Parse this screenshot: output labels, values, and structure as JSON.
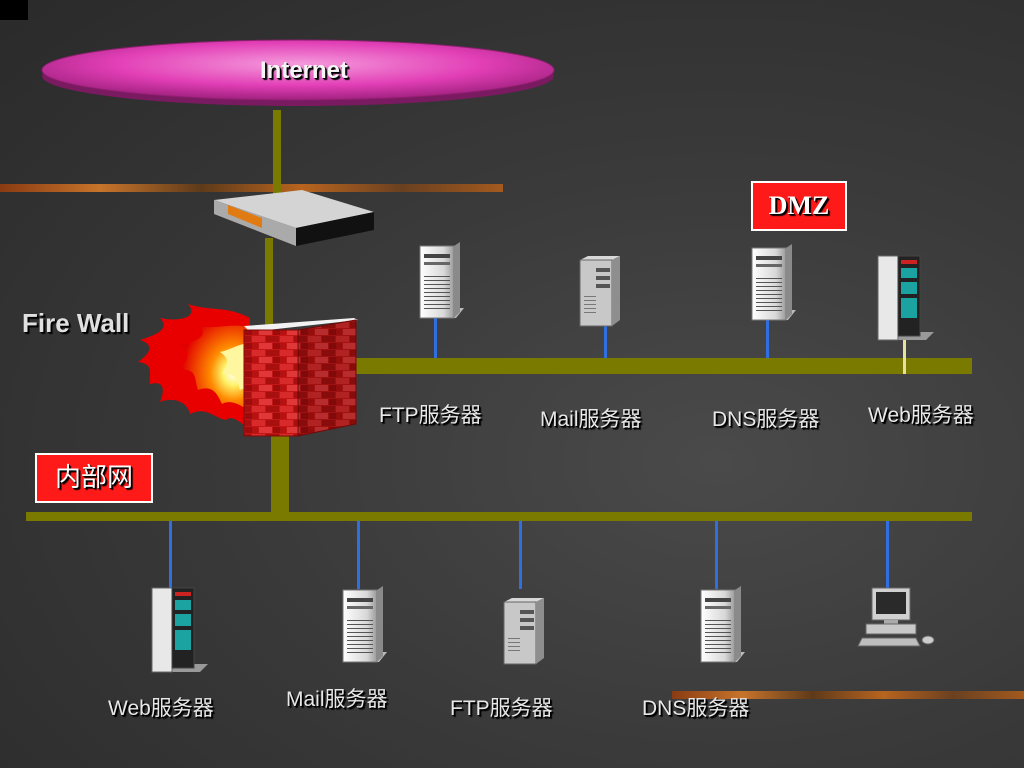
{
  "cloud": {
    "label": "Internet"
  },
  "firewall": {
    "label": "Fire Wall"
  },
  "zones": {
    "dmz": "DMZ",
    "internal": "内部网"
  },
  "dmz_servers": [
    {
      "label": "FTP服务器",
      "icon": "tower-server-icon"
    },
    {
      "label": "Mail服务器",
      "icon": "tower-server-icon"
    },
    {
      "label": "DNS服务器",
      "icon": "tower-server-icon"
    },
    {
      "label": "Web服务器",
      "icon": "rack-server-icon"
    }
  ],
  "internal_servers": [
    {
      "label": "Web服务器",
      "icon": "rack-server-icon"
    },
    {
      "label": "Mail服务器",
      "icon": "tower-server-icon"
    },
    {
      "label": "FTP服务器",
      "icon": "tower-server-icon"
    },
    {
      "label": "DNS服务器",
      "icon": "tower-server-icon"
    },
    {
      "label": "",
      "icon": "workstation-icon"
    }
  ],
  "colors": {
    "cloud": "#e23fb6",
    "backbone": "#7b7a00",
    "link": "#2f6fe0",
    "badge": "#ff1a1a",
    "brick": "#c01818"
  }
}
